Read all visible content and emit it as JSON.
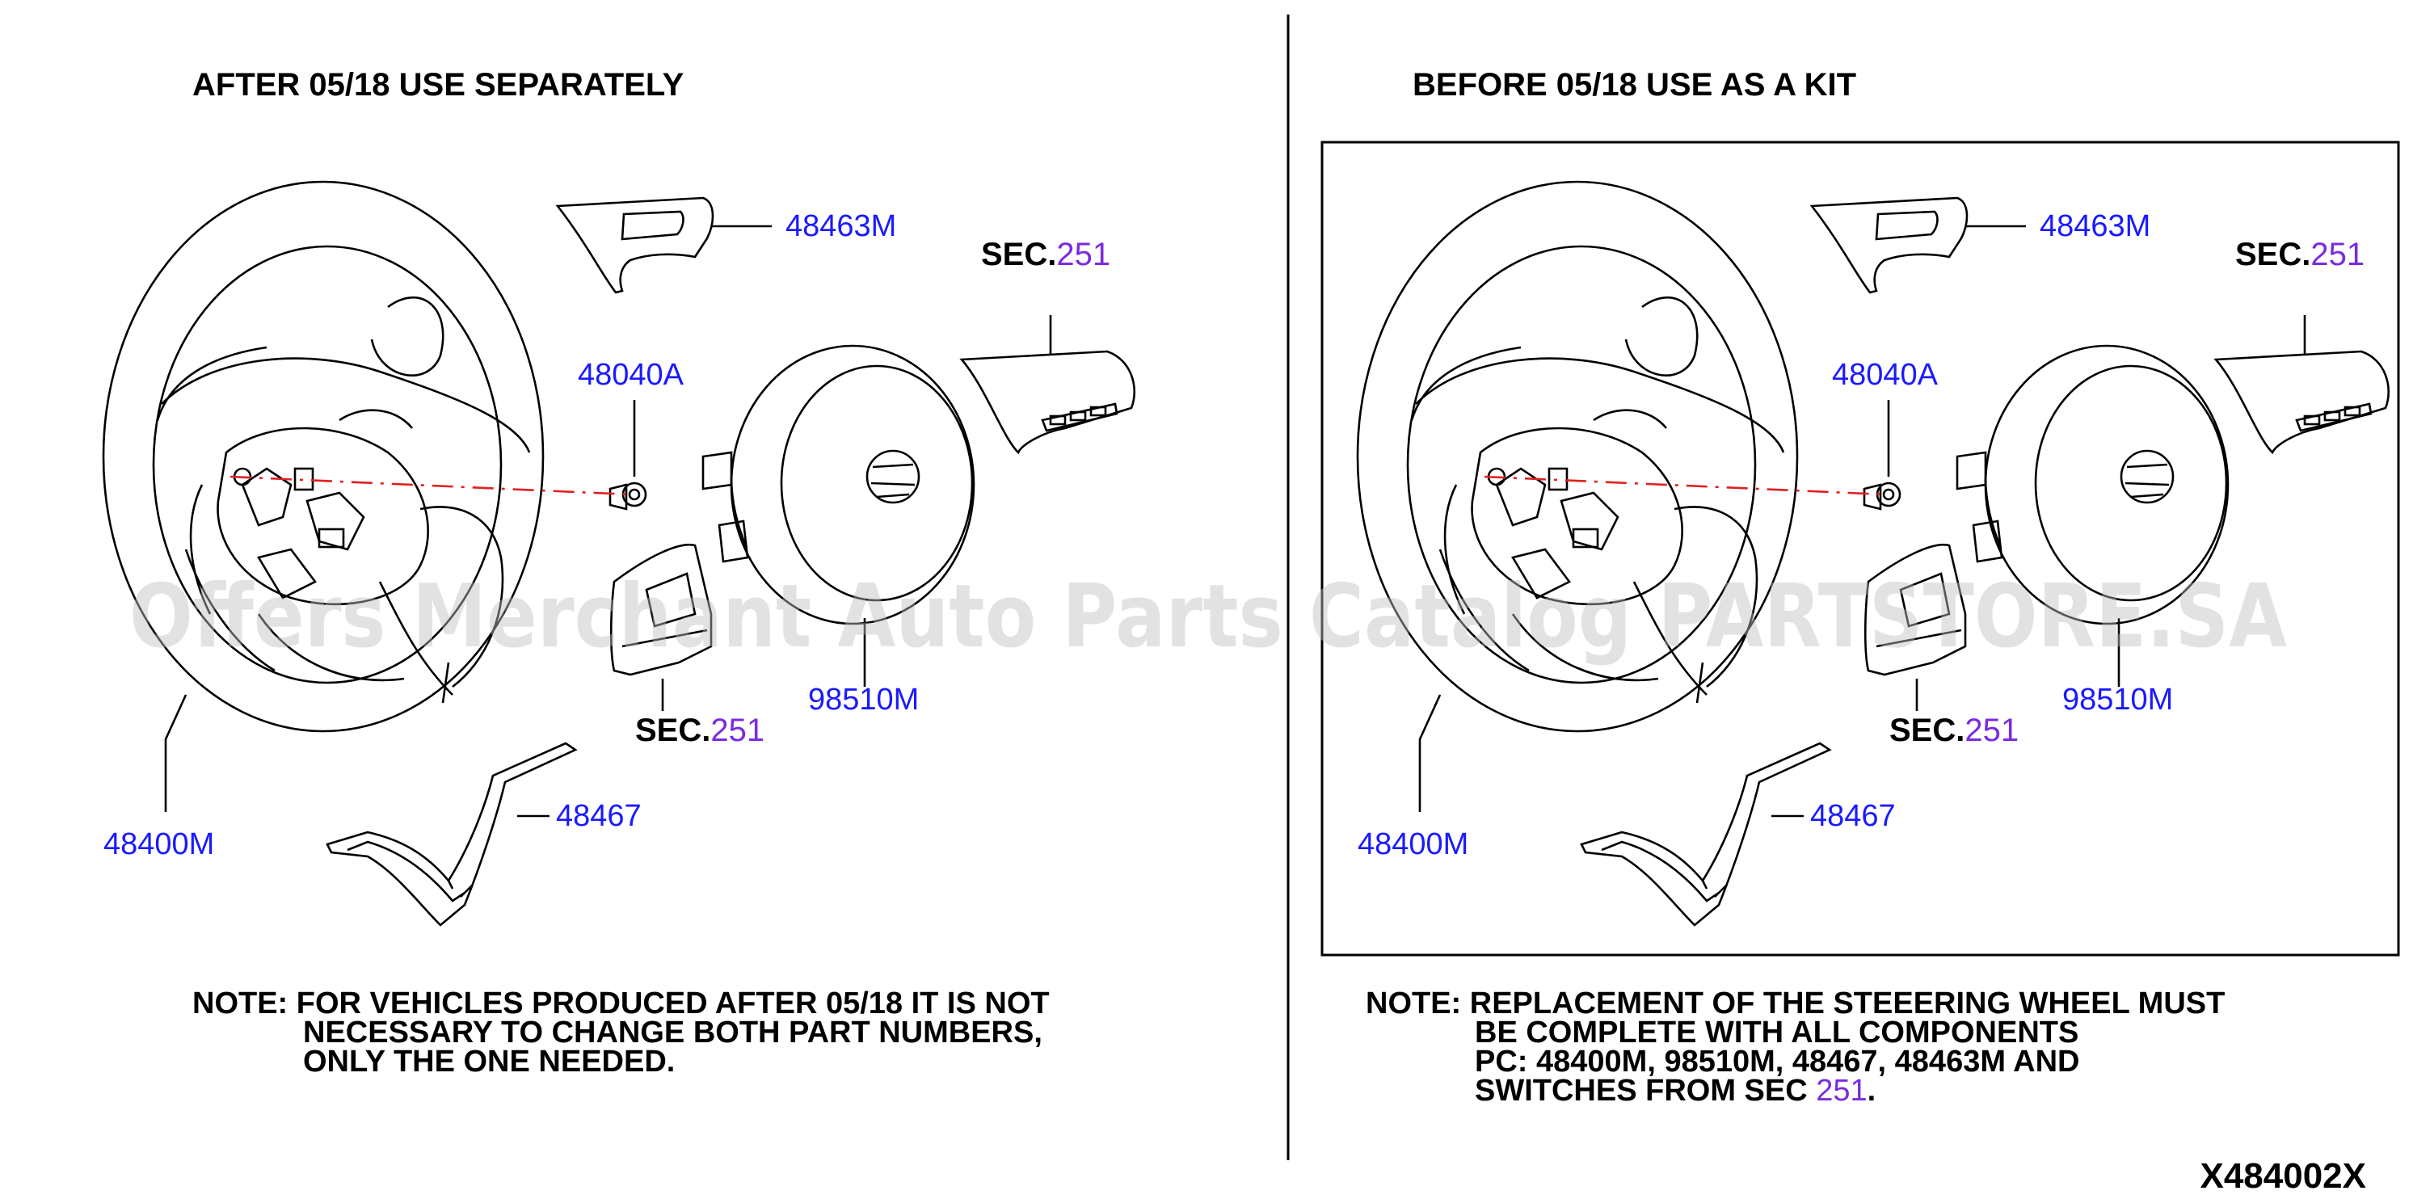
{
  "panels": [
    {
      "heading": "AFTER 05/18 USE SEPARATELY",
      "parts": {
        "p48463M": "48463M",
        "p48040A": "48040A",
        "p98510M": "98510M",
        "p48400M": "48400M",
        "p48467": "48467"
      },
      "sec_top": {
        "prefix": "SEC.",
        "number": "251"
      },
      "sec_bottom": {
        "prefix": "SEC.",
        "number": "251"
      },
      "note": {
        "line1": "NOTE: FOR VEHICLES PRODUCED AFTER 05/18 IT IS NOT",
        "line2": "NECESSARY  TO  CHANGE  BOTH  PART  NUMBERS,",
        "line3": "ONLY THE ONE NEEDED."
      }
    },
    {
      "heading": "BEFORE 05/18 USE AS A KIT",
      "parts": {
        "p48463M": "48463M",
        "p48040A": "48040A",
        "p98510M": "98510M",
        "p48400M": "48400M",
        "p48467": "48467"
      },
      "sec_top": {
        "prefix": "SEC.",
        "number": "251"
      },
      "sec_bottom": {
        "prefix": "SEC.",
        "number": "251"
      },
      "note": {
        "line1": "NOTE: REPLACEMENT OF THE STEEERING WHEEL MUST",
        "line2": "BE COMPLETE WITH ALL COMPONENTS",
        "line3": "PC: 48400M, 98510M, 48467, 48463M AND",
        "line4_prefix": "SWITCHES FROM SEC ",
        "line4_link": "251",
        "line4_suffix": "."
      }
    }
  ],
  "watermark": "Offers Merchant Auto Parts Catalog PARTSTORE.SA",
  "diagram_code": "X484002X",
  "colors": {
    "part_number": "#1a1aff",
    "section_link": "#7a2be0",
    "axis_line": "#e02020"
  }
}
